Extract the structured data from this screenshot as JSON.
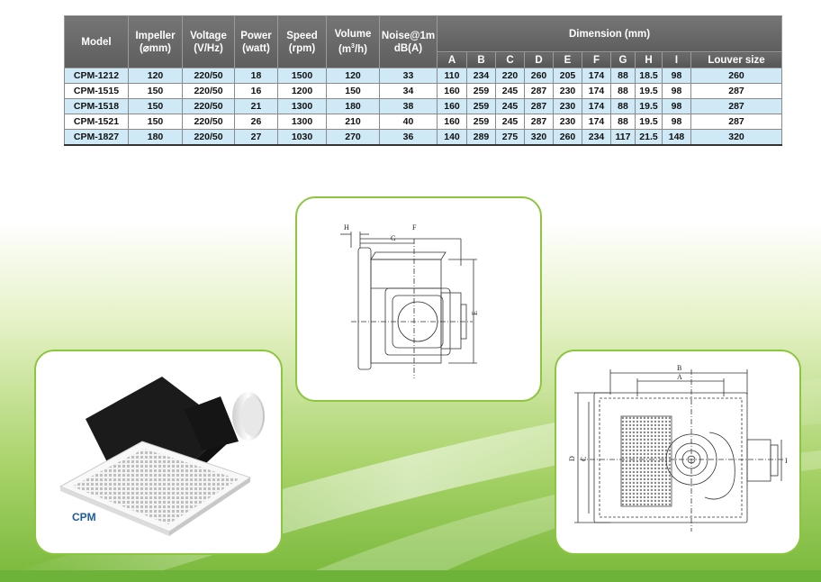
{
  "table": {
    "headers": {
      "model": "Model",
      "impeller_l1": "Impeller",
      "impeller_l2": "(⌀mm)",
      "voltage_l1": "Voltage",
      "voltage_l2": "(V/Hz)",
      "power_l1": "Power",
      "power_l2": "(watt)",
      "speed_l1": "Speed",
      "speed_l2": "(rpm)",
      "volume_l1": "Volume",
      "volume_l2_pre": "(m",
      "volume_l2_sup": "3",
      "volume_l2_post": "/h)",
      "noise_l1": "Noise@1m",
      "noise_l2": "dB(A)",
      "dimension": "Dimension (mm)",
      "dim_cols": [
        "A",
        "B",
        "C",
        "D",
        "E",
        "F",
        "G",
        "H",
        "I",
        "Louver size"
      ]
    },
    "rows": [
      {
        "model": "CPM-1212",
        "impeller": "120",
        "voltage": "220/50",
        "power": "18",
        "speed": "1500",
        "volume": "120",
        "noise": "33",
        "dims": [
          "110",
          "234",
          "220",
          "260",
          "205",
          "174",
          "88",
          "18.5",
          "98",
          "260"
        ]
      },
      {
        "model": "CPM-1515",
        "impeller": "150",
        "voltage": "220/50",
        "power": "16",
        "speed": "1200",
        "volume": "150",
        "noise": "34",
        "dims": [
          "160",
          "259",
          "245",
          "287",
          "230",
          "174",
          "88",
          "19.5",
          "98",
          "287"
        ]
      },
      {
        "model": "CPM-1518",
        "impeller": "150",
        "voltage": "220/50",
        "power": "21",
        "speed": "1300",
        "volume": "180",
        "noise": "38",
        "dims": [
          "160",
          "259",
          "245",
          "287",
          "230",
          "174",
          "88",
          "19.5",
          "98",
          "287"
        ]
      },
      {
        "model": "CPM-1521",
        "impeller": "150",
        "voltage": "220/50",
        "power": "26",
        "speed": "1300",
        "volume": "210",
        "noise": "40",
        "dims": [
          "160",
          "259",
          "245",
          "287",
          "230",
          "174",
          "88",
          "19.5",
          "98",
          "287"
        ]
      },
      {
        "model": "CPM-1827",
        "impeller": "180",
        "voltage": "220/50",
        "power": "27",
        "speed": "1030",
        "volume": "270",
        "noise": "36",
        "dims": [
          "140",
          "289",
          "275",
          "320",
          "260",
          "234",
          "117",
          "21.5",
          "148",
          "320"
        ]
      }
    ]
  },
  "side_diagram": {
    "labels": {
      "H": "H",
      "G": "G",
      "F": "F",
      "E": "E"
    }
  },
  "front_diagram": {
    "labels": {
      "B": "B",
      "A": "A",
      "D": "D",
      "C": "C",
      "I": "I"
    }
  },
  "product": {
    "label": "CPM"
  },
  "colors": {
    "card_border": "#8cc63f",
    "header_bg": "#666666",
    "row_alt": "#cfeaf6",
    "product_label": "#1d5d9b"
  }
}
